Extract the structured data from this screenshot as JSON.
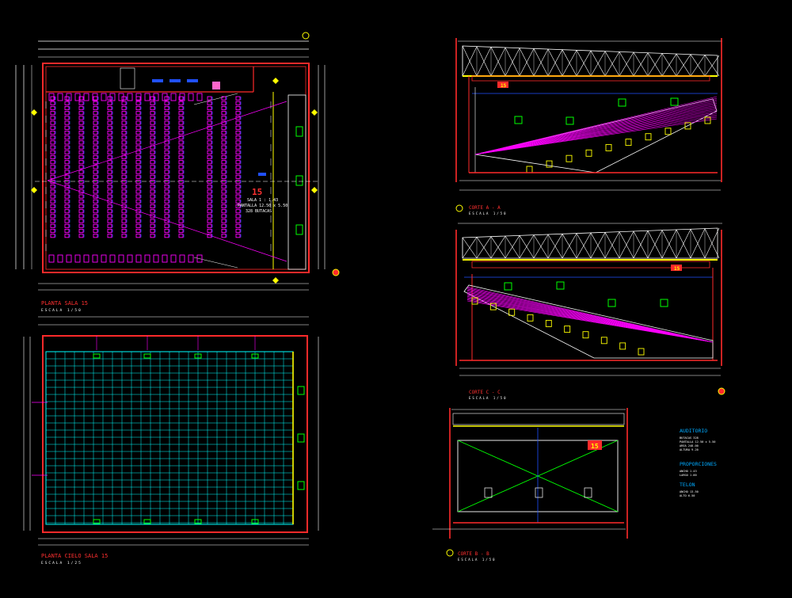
{
  "plan": {
    "title": "PLANTA SALA 15",
    "scale": "ESCALA 1/50",
    "room_number": "15",
    "room_label": "SALA 1 : 1.43",
    "screen_label": "PANTALLA 12.50 x 5.50",
    "capacity_label": "328 BUTACAS"
  },
  "ceiling": {
    "title": "PLANTA CIELO SALA 15",
    "scale": "ESCALA 1/25"
  },
  "section_aa": {
    "title": "CORTE A - A",
    "scale": "ESCALA 1/50",
    "room_number": "15"
  },
  "section_cc": {
    "title": "CORTE C - C",
    "scale": "ESCALA 1/50",
    "room_number": "15"
  },
  "section_bb": {
    "title": "CORTE B - B",
    "scale": "ESCALA 1/50",
    "room_number": "15"
  },
  "notes": {
    "heading": "AUDITORIO",
    "heading_lines": [
      "BUTACAS 328",
      "PANTALLA 12.50 x 5.50",
      "AREA 248.00",
      "ALTURA 9.20"
    ],
    "proportions_heading": "PROPORCIONES",
    "proportions_lines": [
      "ANCHO 1.43",
      "LARGO 1.00"
    ],
    "curtain_heading": "TELON",
    "curtain_lines": [
      "ANCHO 13.50",
      "ALTO 6.50"
    ]
  },
  "colors": {
    "background": "#000000",
    "wall_red": "#ff2a2a",
    "title_red": "#ff3030",
    "seat_magenta": "#ff00ff",
    "dimension_white": "#ffffff",
    "grid_cyan": "#00ffff",
    "green": "#00ff00",
    "yellow": "#ffff00",
    "blue": "#2050ff"
  }
}
